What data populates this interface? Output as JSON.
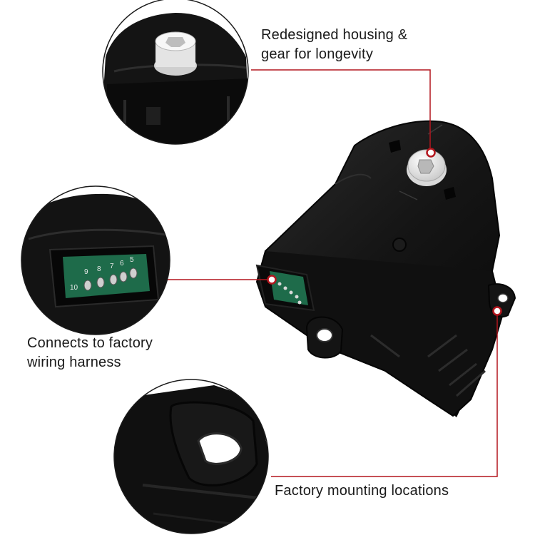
{
  "captions": {
    "housing": [
      "Redesigned housing &",
      "gear for longevity"
    ],
    "wiring": [
      "Connects to factory",
      "wiring harness"
    ],
    "mounting": [
      "Factory mounting locations"
    ]
  },
  "connector_pin_labels": [
    "10",
    "9",
    "8",
    "7",
    "6",
    "5"
  ],
  "colors": {
    "callout_line": "#b3161e",
    "housing_body": "#151515",
    "gear_hub": "#ececec",
    "circuit_board": "#1e6b4a",
    "background": "#ffffff"
  },
  "icons": {
    "callout_dot": "red-ring-dot"
  }
}
